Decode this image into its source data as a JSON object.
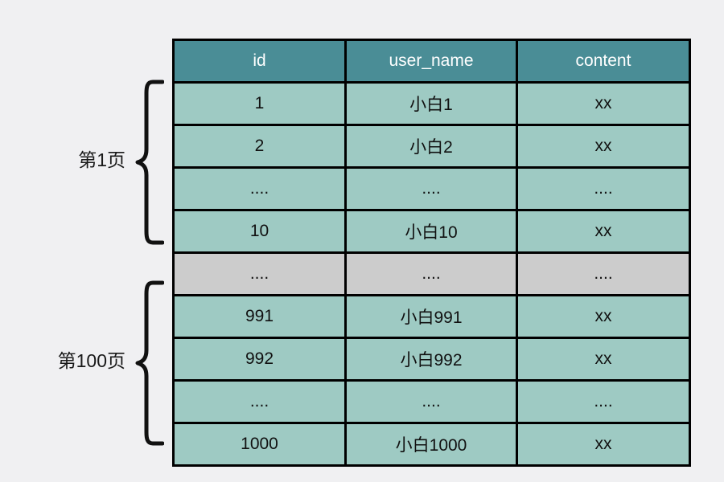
{
  "diagram": {
    "background_color": "#f0f0f2",
    "title_text": "",
    "colors": {
      "header_bg": "#4a8d96",
      "header_text": "#ffffff",
      "row_bg": "#9ecac3",
      "gap_row_bg": "#cccccc",
      "border": "#000000",
      "label_text": "#1a1a1a"
    }
  },
  "table": {
    "columns": [
      {
        "key": "id",
        "label": "id"
      },
      {
        "key": "user_name",
        "label": "user_name"
      },
      {
        "key": "content",
        "label": "content"
      }
    ],
    "rows": [
      {
        "type": "data",
        "id": "1",
        "user_name": "小白1",
        "content": "xx"
      },
      {
        "type": "data",
        "id": "2",
        "user_name": "小白2",
        "content": "xx"
      },
      {
        "type": "data",
        "id": "....",
        "user_name": "....",
        "content": "...."
      },
      {
        "type": "data",
        "id": "10",
        "user_name": "小白10",
        "content": "xx"
      },
      {
        "type": "gap",
        "id": "....",
        "user_name": "....",
        "content": "...."
      },
      {
        "type": "data",
        "id": "991",
        "user_name": "小白991",
        "content": "xx"
      },
      {
        "type": "data",
        "id": "992",
        "user_name": "小白992",
        "content": "xx"
      },
      {
        "type": "data",
        "id": "....",
        "user_name": "....",
        "content": "...."
      },
      {
        "type": "data",
        "id": "1000",
        "user_name": "小白1000",
        "content": "xx"
      }
    ]
  },
  "groups": [
    {
      "label": "第1页",
      "spans_rows": [
        0,
        3
      ]
    },
    {
      "label": "第100页",
      "spans_rows": [
        5,
        8
      ]
    }
  ]
}
